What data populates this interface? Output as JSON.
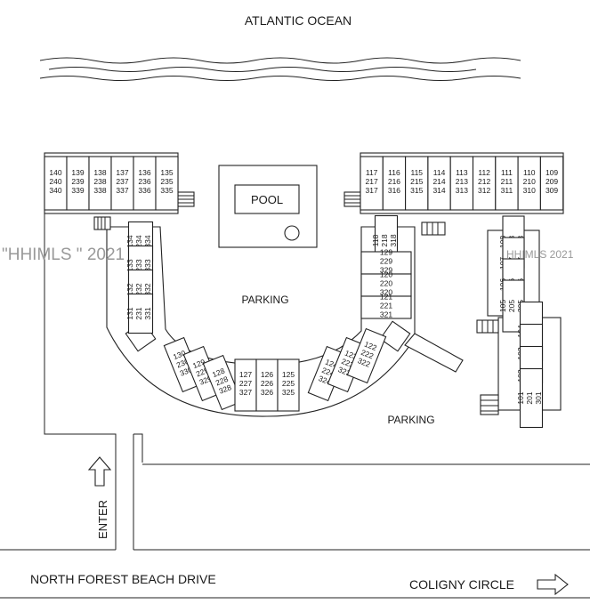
{
  "labels": {
    "ocean": "ATLANTIC OCEAN",
    "pool": "POOL",
    "parking_center": "PARKING",
    "parking_right": "PARKING",
    "enter": "ENTER",
    "road_bottom": "NORTH FOREST BEACH DRIVE",
    "road_right": "COLIGNY CIRCLE"
  },
  "watermarks": {
    "left": "\"HHIMLS \" 2021",
    "right": "HHIMLS 2021"
  },
  "units": {
    "top_left_row": [
      [
        "140",
        "240",
        "340"
      ],
      [
        "139",
        "239",
        "339"
      ],
      [
        "138",
        "238",
        "338"
      ],
      [
        "137",
        "237",
        "337"
      ],
      [
        "136",
        "236",
        "336"
      ],
      [
        "135",
        "235",
        "335"
      ]
    ],
    "top_right_row": [
      [
        "117",
        "217",
        "317"
      ],
      [
        "116",
        "216",
        "316"
      ],
      [
        "115",
        "215",
        "315"
      ],
      [
        "114",
        "214",
        "314"
      ],
      [
        "113",
        "213",
        "313"
      ],
      [
        "112",
        "212",
        "312"
      ],
      [
        "111",
        "211",
        "311"
      ],
      [
        "110",
        "210",
        "310"
      ],
      [
        "109",
        "209",
        "309"
      ]
    ],
    "left_column": [
      [
        "134",
        "234",
        "334"
      ],
      [
        "133",
        "233",
        "333"
      ],
      [
        "132",
        "232",
        "332"
      ],
      [
        "131",
        "231",
        "331"
      ]
    ],
    "center_right_column": [
      [
        "118",
        "218",
        "318"
      ],
      [
        "129",
        "229",
        "329"
      ],
      [
        "120",
        "220",
        "320"
      ],
      [
        "121",
        "221",
        "321"
      ]
    ],
    "far_right_column": [
      [
        "108",
        "208",
        "308"
      ],
      [
        "107",
        "207",
        "307"
      ],
      [
        "106",
        "206",
        "306"
      ],
      [
        "105",
        "205",
        "305"
      ],
      [
        "104",
        "204",
        "304"
      ],
      [
        "103",
        "203",
        "303"
      ],
      [
        "102",
        "202",
        "302"
      ],
      [
        "101",
        "201",
        "301"
      ]
    ],
    "curve_left": [
      [
        "130",
        "230",
        "330"
      ],
      [
        "129",
        "229",
        "329"
      ],
      [
        "128",
        "228",
        "328"
      ]
    ],
    "curve_bottom": [
      [
        "127",
        "227",
        "327"
      ],
      [
        "126",
        "226",
        "326"
      ],
      [
        "125",
        "225",
        "325"
      ]
    ],
    "curve_right": [
      [
        "124",
        "224",
        "324"
      ],
      [
        "123",
        "223",
        "323"
      ],
      [
        "122",
        "222",
        "322"
      ]
    ]
  }
}
